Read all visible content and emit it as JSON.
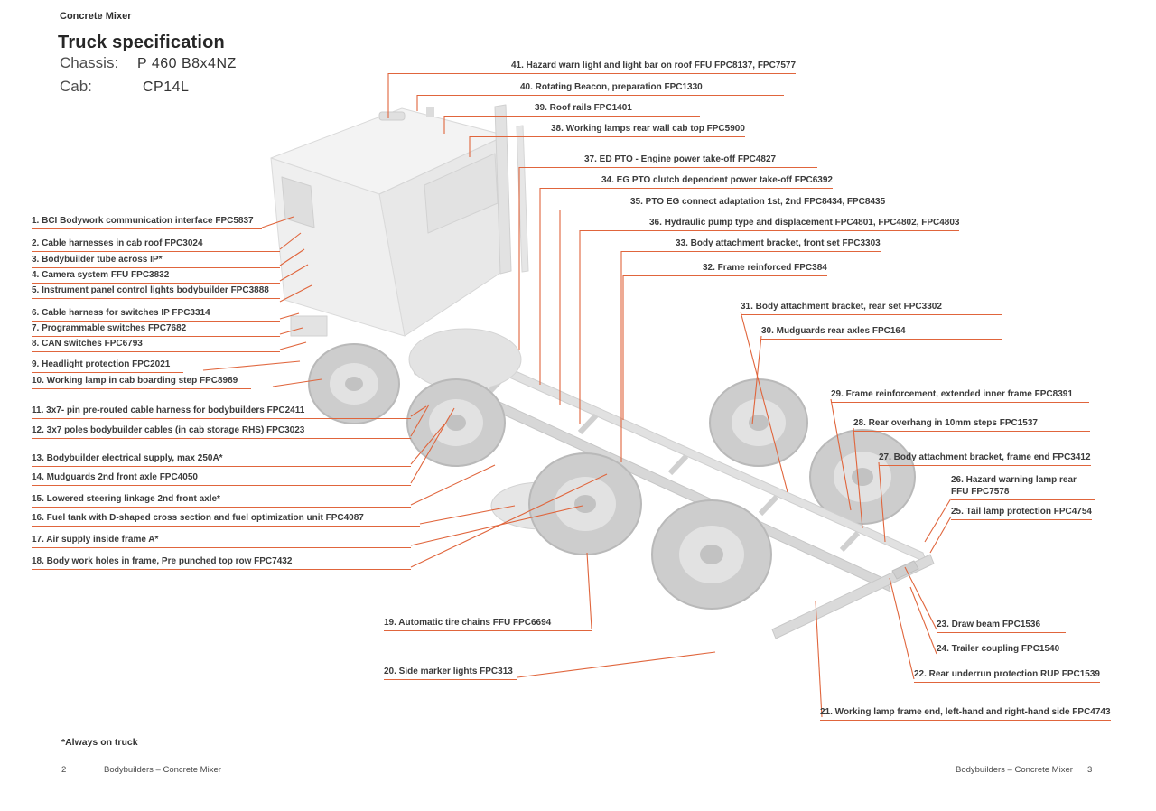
{
  "accent": "#E0653C",
  "header": {
    "eyebrow": "Concrete Mixer",
    "title": "Truck specification",
    "chassis_label": "Chassis:",
    "chassis_value": "P 460 B8x4NZ",
    "cab_label": "Cab:",
    "cab_value": "CP14L"
  },
  "footnote": "*Always on truck",
  "footer": {
    "left_page": "2",
    "left_text": "Bodybuilders – Concrete Mixer",
    "right_text": "Bodybuilders – Concrete Mixer",
    "right_page": "3"
  },
  "callouts": [
    {
      "num": 1,
      "text": "1. BCI Bodywork communication interface FPC5837"
    },
    {
      "num": 2,
      "text": "2. Cable harnesses in cab roof FPC3024"
    },
    {
      "num": 3,
      "text": "3. Bodybuilder tube across IP*"
    },
    {
      "num": 4,
      "text": "4. Camera system FFU FPC3832"
    },
    {
      "num": 5,
      "text": "5. Instrument panel control lights bodybuilder FPC3888"
    },
    {
      "num": 6,
      "text": "6. Cable harness for switches IP FPC3314"
    },
    {
      "num": 7,
      "text": "7. Programmable switches FPC7682"
    },
    {
      "num": 8,
      "text": "8. CAN switches FPC6793"
    },
    {
      "num": 9,
      "text": "9. Headlight protection FPC2021"
    },
    {
      "num": 10,
      "text": "10. Working lamp in cab boarding step FPC8989"
    },
    {
      "num": 11,
      "text": "11. 3x7- pin pre-routed cable harness for bodybuilders FPC2411"
    },
    {
      "num": 12,
      "text": "12. 3x7 poles bodybuilder cables (in cab storage RHS) FPC3023"
    },
    {
      "num": 13,
      "text": "13. Bodybuilder electrical supply, max 250A*"
    },
    {
      "num": 14,
      "text": "14. Mudguards 2nd front axle FPC4050"
    },
    {
      "num": 15,
      "text": "15. Lowered steering linkage 2nd front axle*"
    },
    {
      "num": 16,
      "text": "16. Fuel tank with D-shaped cross section and fuel optimization unit FPC4087"
    },
    {
      "num": 17,
      "text": "17. Air supply inside frame A*"
    },
    {
      "num": 18,
      "text": "18. Body work holes in frame, Pre punched top row FPC7432"
    },
    {
      "num": 19,
      "text": "19. Automatic tire chains FFU FPC6694"
    },
    {
      "num": 20,
      "text": "20. Side marker lights FPC313"
    },
    {
      "num": 21,
      "text": "21. Working lamp frame end, left-hand and right-hand side FPC4743"
    },
    {
      "num": 22,
      "text": "22. Rear underrun protection RUP FPC1539"
    },
    {
      "num": 23,
      "text": "23. Draw beam FPC1536"
    },
    {
      "num": 24,
      "text": "24. Trailer coupling FPC1540"
    },
    {
      "num": 25,
      "text": "25. Tail lamp protection FPC4754"
    },
    {
      "num": 26,
      "text": "26. Hazard warning lamp rear FFU FPC7578"
    },
    {
      "num": 27,
      "text": "27. Body attachment bracket, frame end FPC3412"
    },
    {
      "num": 28,
      "text": "28. Rear overhang in 10mm steps FPC1537"
    },
    {
      "num": 29,
      "text": "29. Frame reinforcement, extended inner frame FPC8391"
    },
    {
      "num": 30,
      "text": "30. Mudguards rear axles FPC164"
    },
    {
      "num": 31,
      "text": "31. Body attachment bracket, rear set FPC3302"
    },
    {
      "num": 32,
      "text": "32. Frame reinforced FPC384"
    },
    {
      "num": 33,
      "text": "33. Body attachment bracket, front set FPC3303"
    },
    {
      "num": 34,
      "text": "34. EG PTO clutch dependent power take-off FPC6392"
    },
    {
      "num": 35,
      "text": "35. PTO EG connect adaptation 1st, 2nd FPC8434, FPC8435"
    },
    {
      "num": 36,
      "text": "36. Hydraulic pump type and displacement FPC4801, FPC4802, FPC4803"
    },
    {
      "num": 37,
      "text": "37. ED PTO - Engine power take-off FPC4827"
    },
    {
      "num": 38,
      "text": "38. Working lamps rear wall cab top FPC5900"
    },
    {
      "num": 39,
      "text": "39. Roof rails FPC1401"
    },
    {
      "num": 40,
      "text": "40. Rotating Beacon, preparation FPC1330"
    },
    {
      "num": 41,
      "text": "41. Hazard warn light and light bar on roof FFU FPC8137, FPC7577"
    }
  ]
}
